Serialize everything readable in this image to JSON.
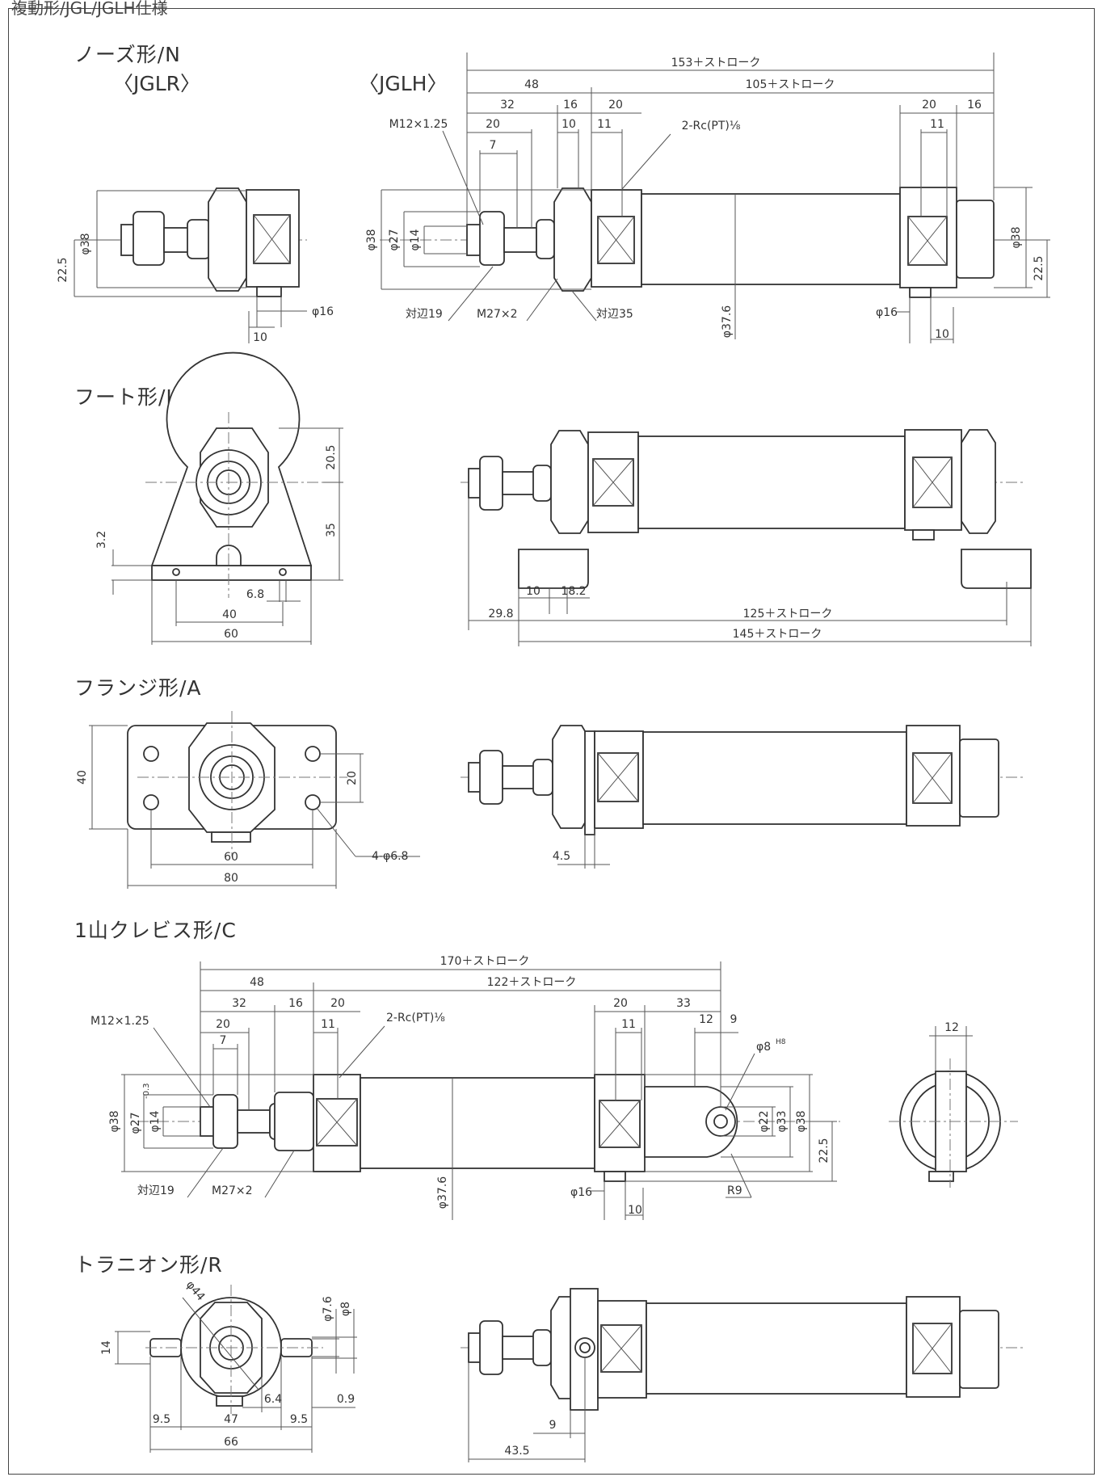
{
  "header": "複動形/JGL/JGLH仕様",
  "sections": {
    "nose": {
      "title": "ノーズ形/N",
      "left_variant": "〈JGLR〉",
      "right_variant": "〈JGLH〉"
    },
    "foot": {
      "title": "フート形/L"
    },
    "flange": {
      "title": "フランジ形/A"
    },
    "clevis": {
      "title": "1山クレビス形/C"
    },
    "trunnion": {
      "title": "トラニオン形/R"
    }
  },
  "dims": {
    "nose": {
      "total": "153＋ストローク",
      "d48": "48",
      "body": "105＋ストローク",
      "d32": "32",
      "d16": "16",
      "d20": "20",
      "d20b": "20",
      "d16b": "16",
      "thread": "M12×1.25",
      "d20c": "20",
      "d10": "10",
      "d11": "11",
      "d11b": "11",
      "port": "2-Rc(PT)⅛",
      "d7": "7",
      "phi38": "φ38",
      "phi27": "φ27",
      "phi14": "φ14",
      "phi38r": "φ38",
      "h225r": "22.5",
      "hex19": "対辺19",
      "m27": "M27×2",
      "hex35": "対辺35",
      "phi376": "φ37.6",
      "phi16r": "φ16",
      "w10r": "10",
      "l_phi38": "φ38",
      "l_225": "22.5",
      "l_phi16": "φ16",
      "l_10": "10"
    },
    "foot": {
      "h205": "20.5",
      "h35": "35",
      "h32": "3.2",
      "w68": "6.8",
      "w40": "40",
      "w60": "60",
      "s298": "29.8",
      "s10": "10",
      "s182": "18.2",
      "s125": "125＋ストローク",
      "s145": "145＋ストローク"
    },
    "flange": {
      "h40": "40",
      "h20": "20",
      "w60": "60",
      "w80": "80",
      "holes": "4-φ6.8",
      "t45": "4.5"
    },
    "clevis": {
      "total": "170＋ストローク",
      "d48": "48",
      "body": "122＋ストローク",
      "d32": "32",
      "d16": "16",
      "d20": "20",
      "d20b": "20",
      "d33": "33",
      "thread": "M12×1.25",
      "d20c": "20",
      "d11": "11",
      "port": "2-Rc(PT)⅛",
      "d11b": "11",
      "d12": "12",
      "d9": "9",
      "d7": "7",
      "phi8": "φ8",
      "phi8_tol": "H8",
      "phi38": "φ38",
      "phi27": "φ27",
      "phi27_tol": "-0.3",
      "phi14": "φ14",
      "phi22": "φ22",
      "phi33": "φ33",
      "phi38r": "φ38",
      "h225": "22.5",
      "hex19": "対辺19",
      "m27": "M27×2",
      "phi376": "φ37.6",
      "phi16": "φ16",
      "w10": "10",
      "r9": "R9",
      "side12": "12"
    },
    "trunnion": {
      "phi44": "φ44",
      "phi76": "φ7.6",
      "phi8": "φ8",
      "h14": "14",
      "w64": "6.4",
      "w09": "0.9",
      "w95a": "9.5",
      "w47": "47",
      "w95b": "9.5",
      "w66": "66",
      "d9": "9",
      "d435": "43.5"
    }
  }
}
